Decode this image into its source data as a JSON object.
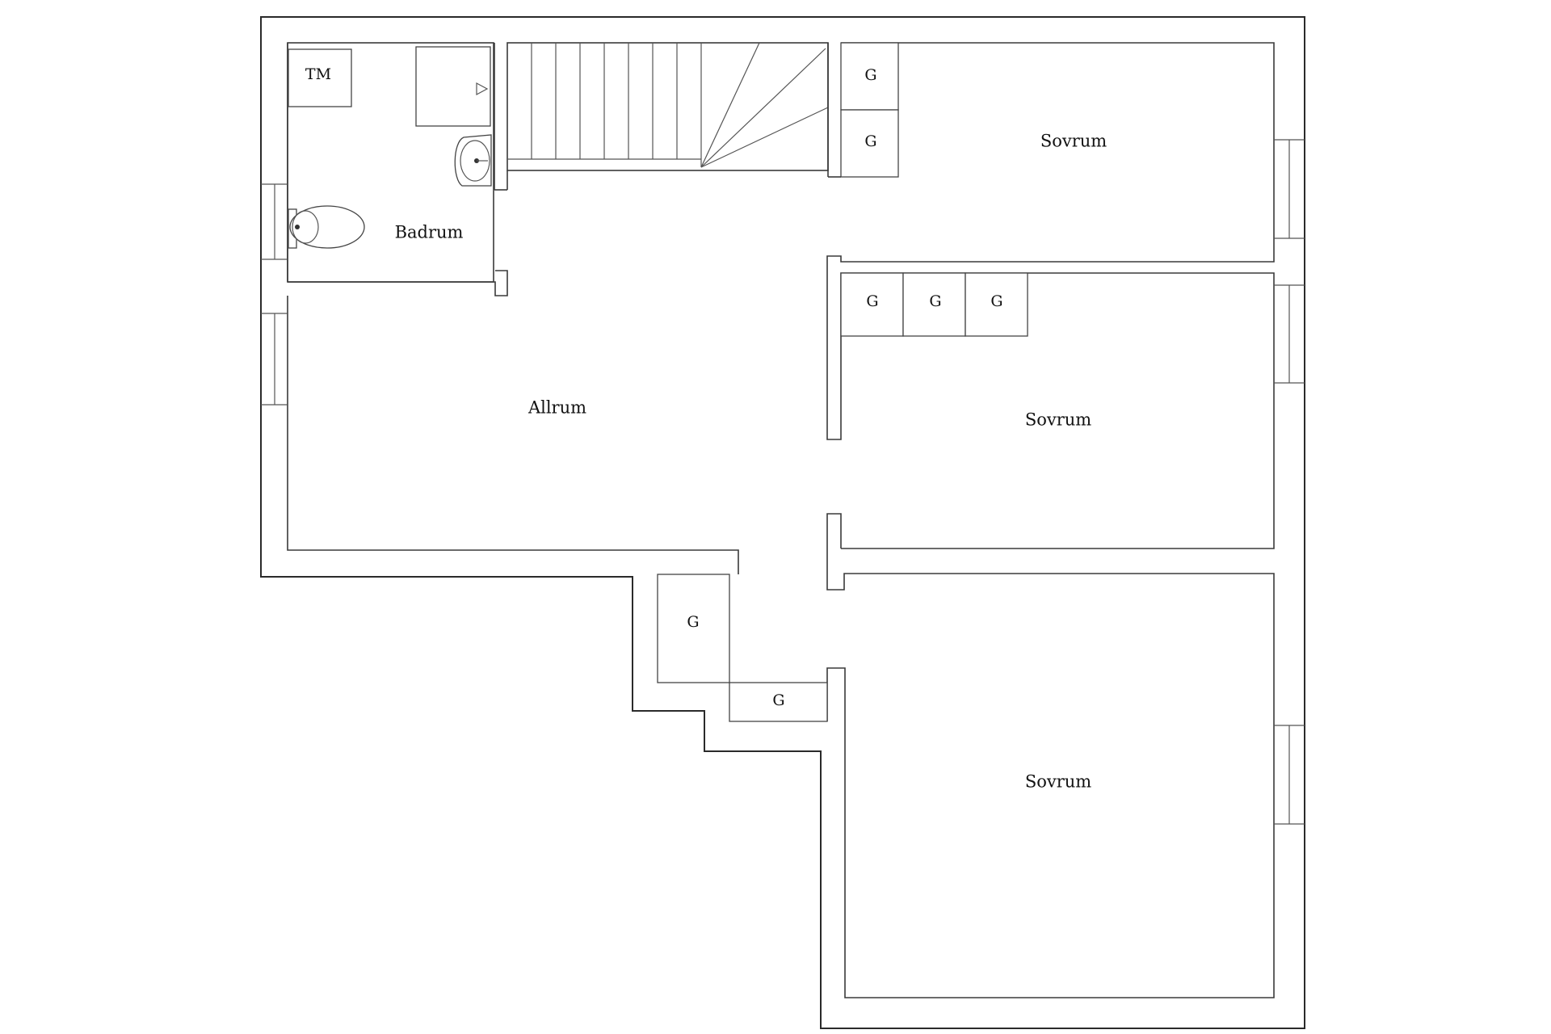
{
  "rooms": {
    "badrum": "Badrum",
    "allrum": "Allrum",
    "sovrum_top": "Sovrum",
    "sovrum_middle": "Sovrum",
    "sovrum_bottom": "Sovrum"
  },
  "fixtures": {
    "tm": "TM"
  },
  "closets": [
    "G",
    "G",
    "G",
    "G",
    "G",
    "G",
    "G"
  ]
}
